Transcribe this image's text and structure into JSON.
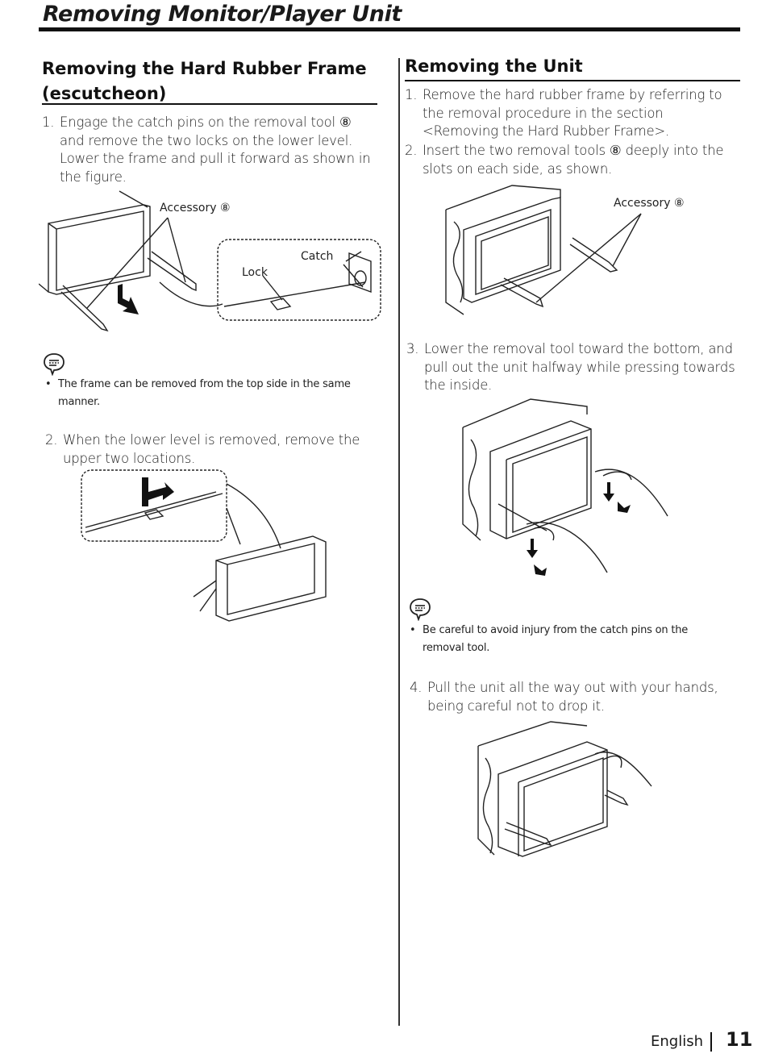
{
  "page": {
    "title": "Removing Monitor/Player Unit",
    "language": "English",
    "page_number": "11"
  },
  "left": {
    "heading_line1": "Removing the Hard Rubber Frame",
    "heading_line2": "(escutcheon)",
    "step1": {
      "num": "1.",
      "line1": "Engage the catch pins on the removal tool ⑧ and remove the two locks on the lower level.",
      "line2": "Lower the frame and pull it forward as shown in the figure."
    },
    "fig1": {
      "accessory": "Accessory ⑧",
      "catch": "Catch",
      "lock": "Lock"
    },
    "note": {
      "bullet": "•",
      "text": "The frame can be removed from the top side in the same manner."
    },
    "step2": {
      "num": "2.",
      "text": "When the lower level is removed, remove the upper two locations."
    }
  },
  "right": {
    "heading": "Removing the Unit",
    "step1": {
      "num": "1.",
      "text": "Remove the hard rubber frame by referring to the removal procedure in the section <Removing the Hard Rubber Frame>."
    },
    "step2": {
      "num": "2.",
      "text": "Insert the two removal tools ⑧ deeply into the slots on each side, as shown."
    },
    "fig_accessory": "Accessory ⑧",
    "step3": {
      "num": "3.",
      "text": "Lower the removal tool toward the bottom, and pull out the unit halfway while pressing towards the inside."
    },
    "note": {
      "bullet": "•",
      "text": "Be careful to avoid injury from the catch pins on the removal tool."
    },
    "step4": {
      "num": "4.",
      "text": "Pull the unit all the way out with your hands, being careful not to drop it."
    }
  },
  "icons": {
    "note": "note-memo-icon"
  }
}
